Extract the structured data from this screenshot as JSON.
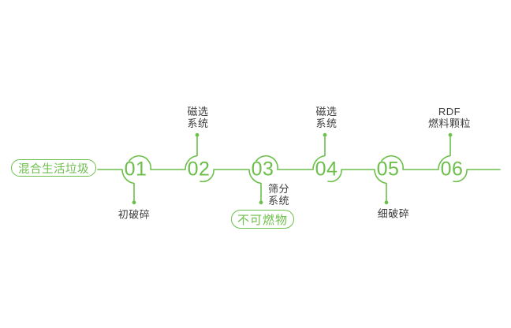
{
  "diagram": {
    "source_pill": "混合生活垃圾",
    "steps": [
      {
        "number": "01",
        "label": "初破碎",
        "label_position": "below"
      },
      {
        "number": "02",
        "label": "磁选\n系统",
        "label_position": "above"
      },
      {
        "number": "03",
        "label": "筛分\n系统",
        "label_position": "below",
        "badge": "不可燃物"
      },
      {
        "number": "04",
        "label": "磁选\n系统",
        "label_position": "above"
      },
      {
        "number": "05",
        "label": "细破碎",
        "label_position": "below"
      },
      {
        "number": "06",
        "label": "RDF\n燃料颗粒",
        "label_position": "above"
      }
    ],
    "colors": {
      "accent_green": "#6cbf4b",
      "label_text": "#3d3d3d",
      "background": "#ffffff"
    }
  }
}
